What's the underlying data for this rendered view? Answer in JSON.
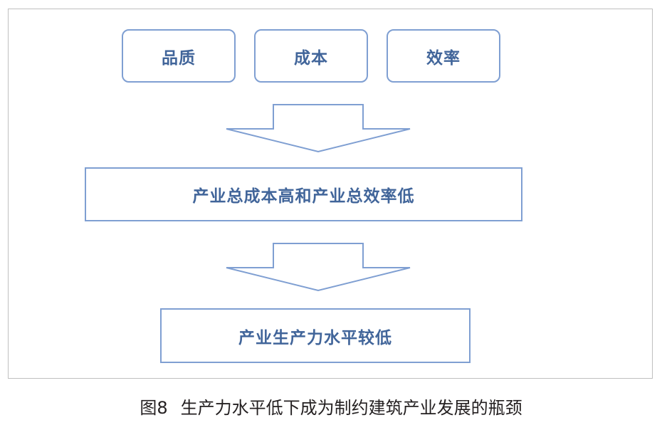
{
  "diagram": {
    "top_boxes": [
      {
        "label": "品质"
      },
      {
        "label": "成本"
      },
      {
        "label": "效率"
      }
    ],
    "middle_box": {
      "label": "产业总成本高和产业总效率低"
    },
    "bottom_box": {
      "label": "产业生产力水平较低"
    },
    "arrows": [
      "down-arrow",
      "down-arrow"
    ],
    "colors": {
      "box_border": "#7f9fd2",
      "text": "#41659a",
      "arrow_stroke": "#7f9fd2",
      "frame_border": "#bfbfbf",
      "caption_text": "#231f20"
    }
  },
  "caption": {
    "label": "图8",
    "text": "生产力水平低下成为制约建筑产业发展的瓶颈"
  }
}
